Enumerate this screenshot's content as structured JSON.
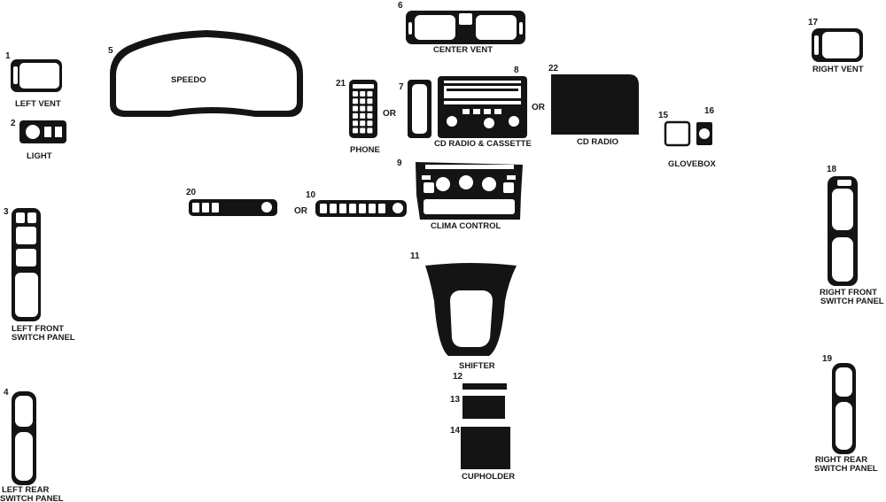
{
  "pieces": {
    "p1": {
      "number": "1",
      "label": "LEFT VENT"
    },
    "p2": {
      "number": "2",
      "label": "LIGHT"
    },
    "p3": {
      "number": "3",
      "label_line1": "LEFT FRONT",
      "label_line2": "SWITCH PANEL"
    },
    "p4": {
      "number": "4",
      "label_line1": "LEFT REAR",
      "label_line2": "SWITCH PANEL"
    },
    "p5": {
      "number": "5",
      "label": "SPEEDO"
    },
    "p6": {
      "number": "6",
      "label": "CENTER VENT"
    },
    "p7": {
      "number": "7"
    },
    "p8": {
      "number": "8",
      "label": "CD RADIO & CASSETTE"
    },
    "p9": {
      "number": "9",
      "label": "CLIMA CONTROL"
    },
    "p10": {
      "number": "10"
    },
    "p11": {
      "number": "11",
      "label": "SHIFTER"
    },
    "p12": {
      "number": "12"
    },
    "p13": {
      "number": "13"
    },
    "p14": {
      "number": "14",
      "label": "CUPHOLDER"
    },
    "p15": {
      "number": "15"
    },
    "p16": {
      "number": "16",
      "label": "GLOVEBOX"
    },
    "p17": {
      "number": "17",
      "label": "RIGHT VENT"
    },
    "p18": {
      "number": "18",
      "label_line1": "RIGHT FRONT",
      "label_line2": "SWITCH PANEL"
    },
    "p19": {
      "number": "19",
      "label_line1": "RIGHT REAR",
      "label_line2": "SWITCH PANEL"
    },
    "p20": {
      "number": "20"
    },
    "p21": {
      "number": "21",
      "label": "PHONE"
    },
    "p22": {
      "number": "22",
      "label": "CD RADIO"
    }
  },
  "or_labels": {
    "phone_or": "OR",
    "radio_or": "OR",
    "switch_or": "OR"
  },
  "colors": {
    "piece_fill": "#141414",
    "background": "#ffffff"
  }
}
